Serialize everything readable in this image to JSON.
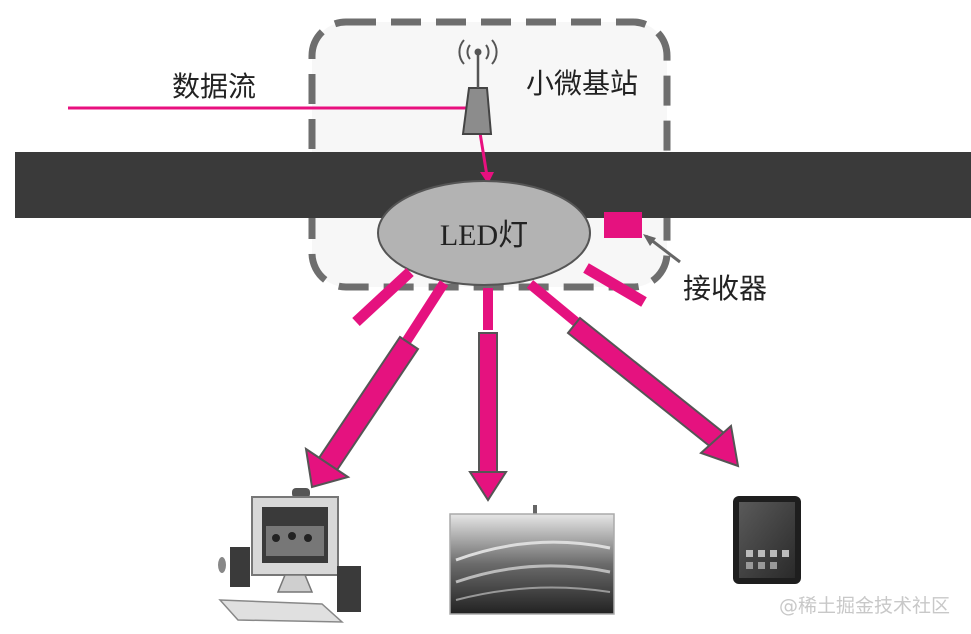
{
  "labels": {
    "data_stream": "数据流",
    "small_cell": "小微基站",
    "led_lamp": "LED灯",
    "receiver": "接收器"
  },
  "watermark": "@稀土掘金技术社区",
  "colors": {
    "data_line": "#e8107f",
    "beam": "#e5127f",
    "ceiling": "#3a3a3a",
    "station_border": "#6e6e6e",
    "station_fill": "#f7f7f7",
    "led_fill": "#b3b3b3",
    "receiver": "#e5127f"
  },
  "icons": [
    "antenna-icon",
    "desktop-computer-icon",
    "television-icon",
    "tablet-icon"
  ]
}
